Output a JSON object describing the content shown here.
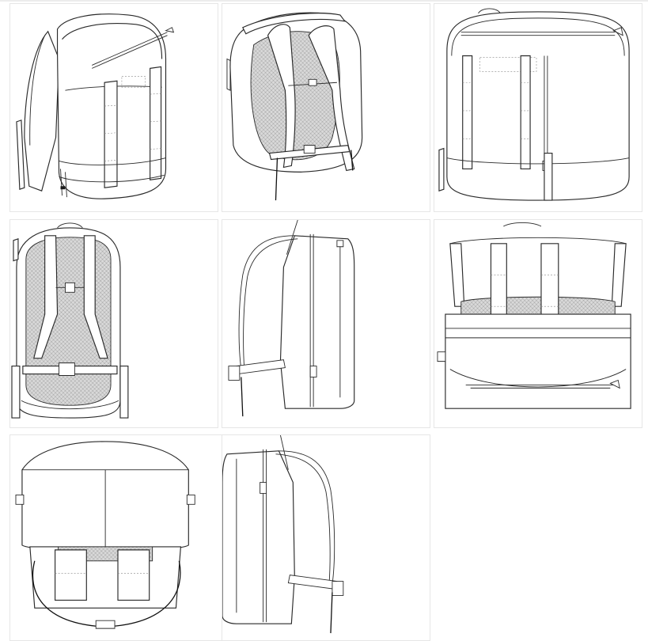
{
  "gallery": {
    "views": [
      {
        "view": "front-three-quarter"
      },
      {
        "view": "back-three-quarter"
      },
      {
        "view": "front"
      },
      {
        "view": "back"
      },
      {
        "view": "left-side"
      },
      {
        "view": "top"
      },
      {
        "view": "bottom"
      },
      {
        "view": "right-side"
      }
    ]
  },
  "colors": {
    "line": "#2a2a2a",
    "tile_border": "#e6e6e6",
    "background": "#ffffff",
    "mesh": "#9a9a9a"
  },
  "icons": [
    "zipper-pull-icon",
    "buckle-icon",
    "mesh-panel-icon"
  ]
}
